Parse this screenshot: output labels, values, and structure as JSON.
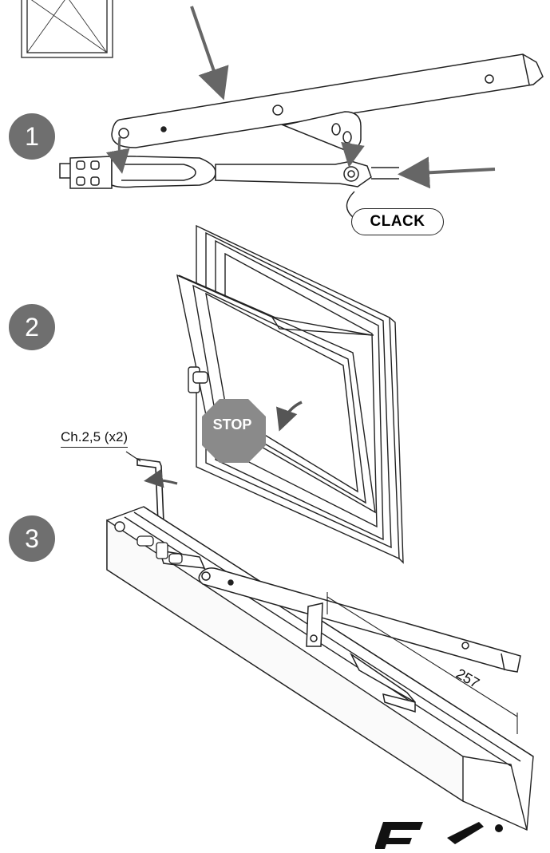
{
  "steps": [
    "1",
    "2",
    "3"
  ],
  "sound_label": "CLACK",
  "stop_sign_label": "STOP",
  "tool_label": "Ch.2,5 (x2)",
  "dimension_label": "257",
  "colors": {
    "badge": "#6f6f6f",
    "stop_sign": "#8a8a8a",
    "arrow": "#666666",
    "line": "#222222"
  },
  "icons": [
    "window-icon",
    "hex-key-icon",
    "stop-sign-icon",
    "rotation-arrow-icon"
  ]
}
